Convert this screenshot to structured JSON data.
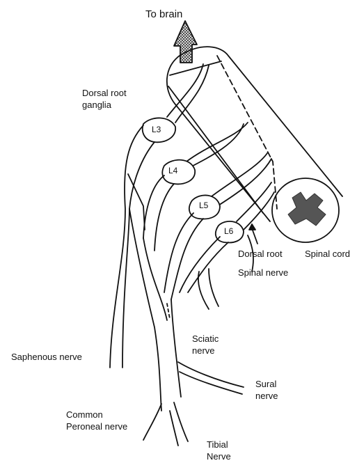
{
  "labels": {
    "to_brain": "To brain",
    "dorsal_root_ganglia": [
      "Dorsal root",
      "ganglia"
    ],
    "dorsal_root": "Dorsal root",
    "spinal_cord": "Spinal cord",
    "spinal_nerve": "Spinal nerve",
    "sciatic_nerve": [
      "Sciatic",
      "nerve"
    ],
    "saphenous_nerve": "Saphenous nerve",
    "sural_nerve": [
      "Sural",
      "nerve"
    ],
    "common_peroneal_nerve": [
      "Common",
      "Peroneal nerve"
    ],
    "tibial_nerve": [
      "Tibial",
      "Nerve"
    ]
  },
  "ganglia": [
    "L3",
    "L4",
    "L5",
    "L6"
  ],
  "colors": {
    "line": "#111111",
    "spinal_gray_matter": "#555555"
  }
}
